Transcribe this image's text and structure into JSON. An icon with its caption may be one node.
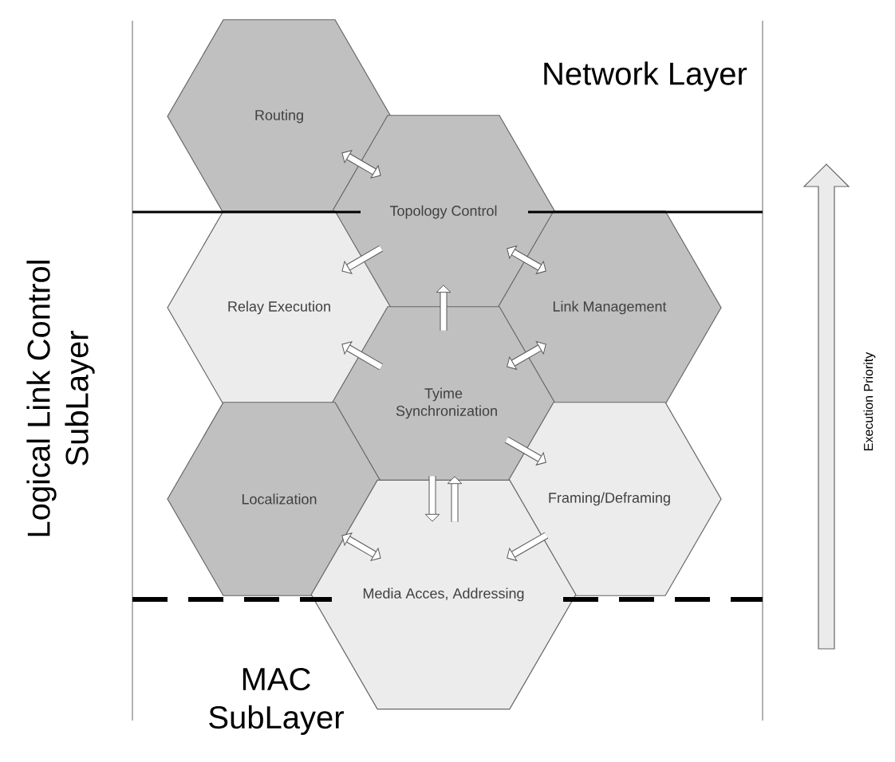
{
  "diagram": {
    "nodes": [
      {
        "text": [
          "Routing"
        ]
      },
      {
        "text": [
          "Topology Control"
        ]
      },
      {
        "text": [
          "Relay Execution"
        ]
      },
      {
        "text": [
          "Link Management"
        ]
      },
      {
        "text": [
          "Tyime Synchronization"
        ]
      },
      {
        "text": [
          "Localization"
        ]
      },
      {
        "text": [
          "Framing/Deframing"
        ]
      },
      {
        "text": [
          "Media Acces, Addressing"
        ]
      }
    ],
    "edges": [
      {
        "from": 0,
        "to": 1,
        "arrow": "both"
      },
      {
        "from": 1,
        "to": 2,
        "arrow": "to"
      },
      {
        "from": 1,
        "to": 3,
        "arrow": "both"
      },
      {
        "from": 4,
        "to": 1,
        "arrow": "to"
      },
      {
        "from": 4,
        "to": 2,
        "arrow": "to"
      },
      {
        "from": 4,
        "to": 3,
        "arrow": "both"
      },
      {
        "from": 4,
        "to": 6,
        "arrow": "to"
      },
      {
        "from": 4,
        "to": 7,
        "arrow": "to"
      },
      {
        "from": 7,
        "to": 4,
        "arrow": "to"
      },
      {
        "from": 5,
        "to": 7,
        "arrow": "both"
      },
      {
        "from": 6,
        "to": 7,
        "arrow": "to"
      }
    ],
    "labels": [
      "Network Layer",
      "Logical Link Control SubLayer",
      "MAC SubLayer",
      "Execution Priority"
    ]
  }
}
